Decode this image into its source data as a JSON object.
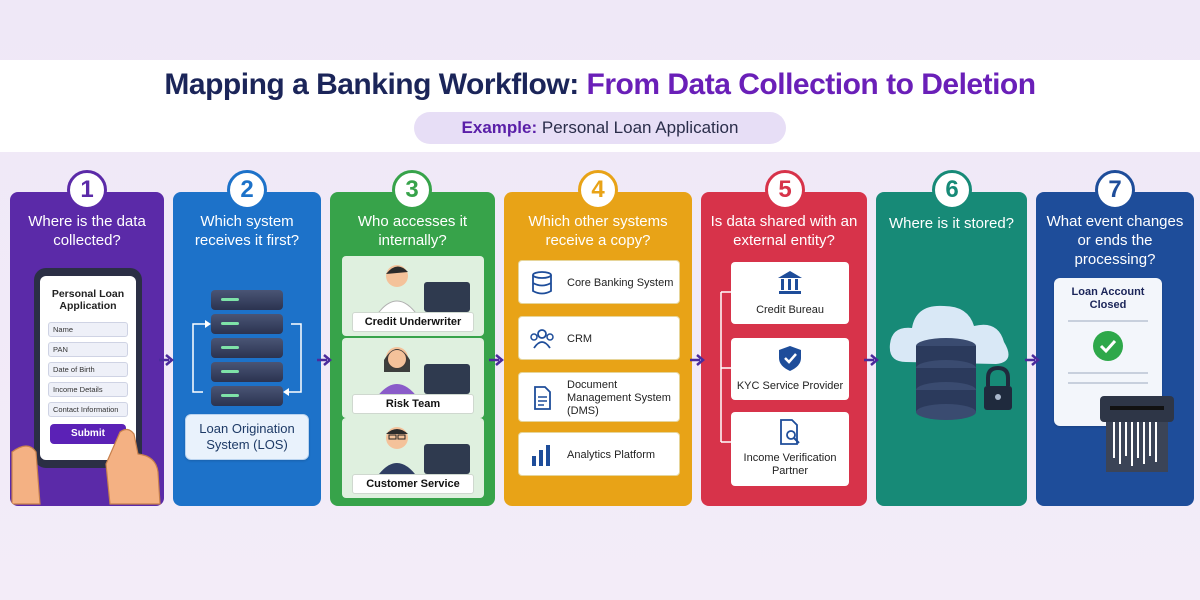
{
  "header": {
    "title_part1": "Mapping a Banking Workflow: ",
    "title_part2": "From Data Collection to Deletion",
    "example_label": "Example:",
    "example_value": " Personal Loan Application"
  },
  "colors": {
    "step1": "#5b2aa8",
    "step2": "#1d72c9",
    "step3": "#37a34a",
    "step4": "#e8a317",
    "step5": "#d7334a",
    "step6": "#178a77",
    "step7": "#1e4d9a",
    "arrow": "#4b2a9c"
  },
  "steps": [
    {
      "number": "1",
      "question": "Where is the data collected?"
    },
    {
      "number": "2",
      "question": "Which system receives it first?"
    },
    {
      "number": "3",
      "question": "Who accesses it internally?"
    },
    {
      "number": "4",
      "question": "Which other systems receive a copy?"
    },
    {
      "number": "5",
      "question": "Is data shared with an external entity?"
    },
    {
      "number": "6",
      "question": "Where is it stored?"
    },
    {
      "number": "7",
      "question": "What event changes or ends the processing?"
    }
  ],
  "form": {
    "title": "Personal Loan Application",
    "fields": [
      "Name",
      "PAN",
      "Date of Birth",
      "Income Details",
      "Contact Information"
    ],
    "submit_label": "Submit"
  },
  "los_label": "Loan Origination System (LOS)",
  "internal_roles": [
    "Credit Underwriter",
    "Risk Team",
    "Customer Service"
  ],
  "systems": [
    {
      "label": "Core Banking System",
      "icon": "database-icon"
    },
    {
      "label": "CRM",
      "icon": "people-icon"
    },
    {
      "label": "Document Management System (DMS)",
      "icon": "document-icon"
    },
    {
      "label": "Analytics Platform",
      "icon": "bar-chart-icon"
    }
  ],
  "external_entities": [
    {
      "label": "Credit Bureau",
      "icon": "bank-icon"
    },
    {
      "label": "KYC Service Provider",
      "icon": "shield-check-icon"
    },
    {
      "label": "Income Verification Partner",
      "icon": "document-search-icon"
    }
  ],
  "end_event": "Loan Account Closed"
}
